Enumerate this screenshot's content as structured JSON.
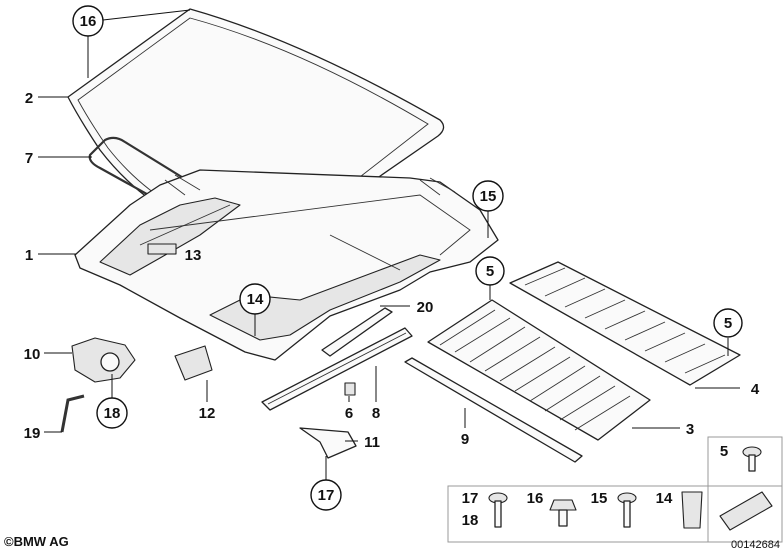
{
  "brand": "©BMW AG",
  "drawing_number": "00142684",
  "callouts": [
    {
      "id": "c16",
      "text": "16",
      "circled": true
    },
    {
      "id": "c2",
      "text": "2",
      "circled": false
    },
    {
      "id": "c7",
      "text": "7",
      "circled": false
    },
    {
      "id": "c1",
      "text": "1",
      "circled": false
    },
    {
      "id": "c13",
      "text": "13",
      "circled": false
    },
    {
      "id": "c15",
      "text": "15",
      "circled": true
    },
    {
      "id": "c14",
      "text": "14",
      "circled": true
    },
    {
      "id": "c20",
      "text": "20",
      "circled": false
    },
    {
      "id": "c5a",
      "text": "5",
      "circled": true
    },
    {
      "id": "c5b",
      "text": "5",
      "circled": true
    },
    {
      "id": "c4",
      "text": "4",
      "circled": false
    },
    {
      "id": "c3",
      "text": "3",
      "circled": false
    },
    {
      "id": "c10",
      "text": "10",
      "circled": false
    },
    {
      "id": "c18",
      "text": "18",
      "circled": true
    },
    {
      "id": "c12",
      "text": "12",
      "circled": false
    },
    {
      "id": "c19",
      "text": "19",
      "circled": false
    },
    {
      "id": "c6",
      "text": "6",
      "circled": false
    },
    {
      "id": "c8",
      "text": "8",
      "circled": false
    },
    {
      "id": "c9",
      "text": "9",
      "circled": false
    },
    {
      "id": "c11",
      "text": "11",
      "circled": false
    },
    {
      "id": "c17",
      "text": "17",
      "circled": true
    }
  ],
  "hardware_box": {
    "label_5": "5",
    "label_17": "17",
    "label_18": "18",
    "label_16": "16",
    "label_15": "15",
    "label_14": "14"
  }
}
